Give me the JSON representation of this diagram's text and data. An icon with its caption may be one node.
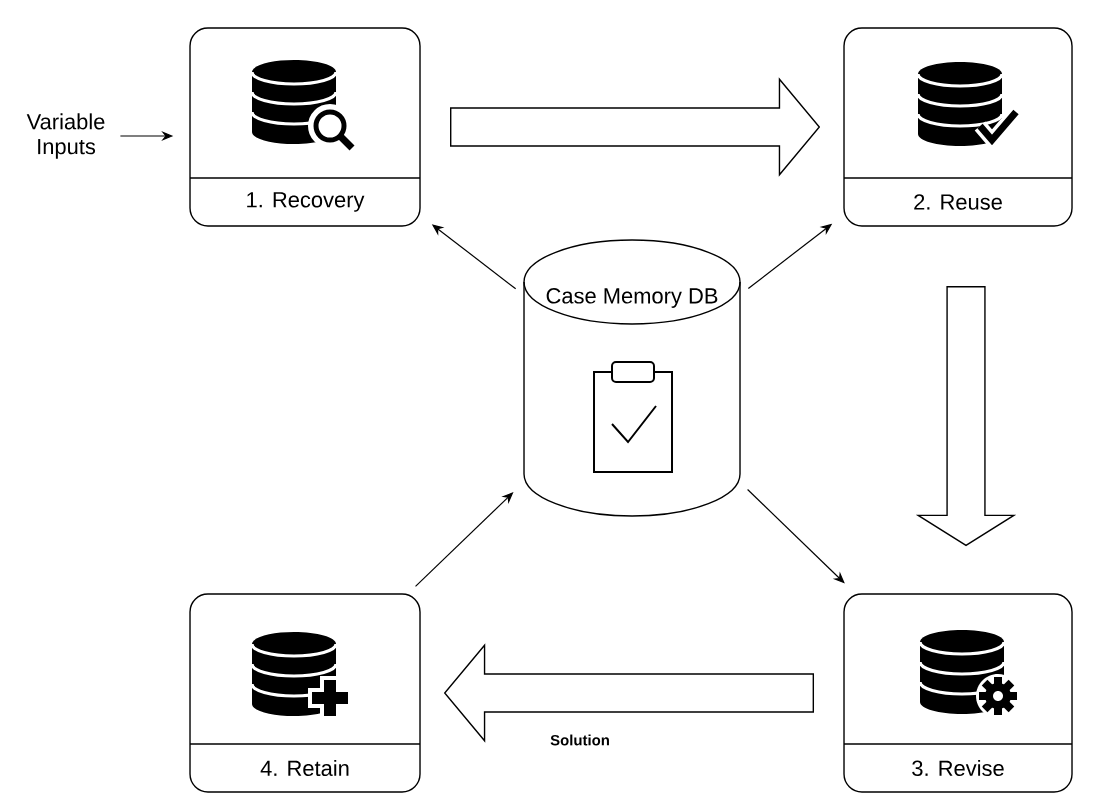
{
  "diagram": {
    "nodes": [
      {
        "text": [
          "Variable Inputs"
        ]
      },
      {
        "text": [
          "1. Recovery"
        ]
      },
      {
        "text": [
          "2. Reuse"
        ]
      },
      {
        "text": [
          "3. Revise"
        ]
      },
      {
        "text": [
          "4. Retain"
        ]
      },
      {
        "text": [
          "Case Memory DB"
        ]
      }
    ],
    "edges": [
      {
        "from": 0,
        "to": 1,
        "arrow": "to"
      },
      {
        "from": 1,
        "to": 2,
        "arrow": "to",
        "style": "thick"
      },
      {
        "from": 2,
        "to": 3,
        "arrow": "to",
        "style": "thick"
      },
      {
        "from": 3,
        "to": 4,
        "arrow": "to",
        "style": "thick",
        "label": "Solution"
      },
      {
        "from": 5,
        "to": 1,
        "arrow": "to"
      },
      {
        "from": 5,
        "to": 2,
        "arrow": "to"
      },
      {
        "from": 5,
        "to": 3,
        "arrow": "to"
      },
      {
        "from": 4,
        "to": 5,
        "arrow": "to"
      }
    ]
  }
}
